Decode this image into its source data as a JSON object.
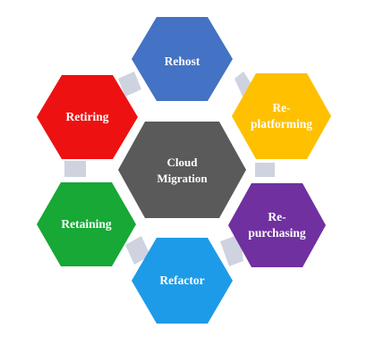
{
  "diagram": {
    "center": {
      "lines": [
        "Cloud",
        "Migration"
      ],
      "color": "#5a5a5a"
    },
    "connector_color": "#cfd3e0",
    "nodes": [
      {
        "id": "rehost",
        "lines": [
          "Rehost"
        ],
        "color": "#4472c4"
      },
      {
        "id": "re-platforming",
        "lines": [
          "Re-",
          "platforming"
        ],
        "color": "#ffc000"
      },
      {
        "id": "re-purchasing",
        "lines": [
          "Re-",
          "purchasing"
        ],
        "color": "#7030a0"
      },
      {
        "id": "refactor",
        "lines": [
          "Refactor"
        ],
        "color": "#1e9be8"
      },
      {
        "id": "retaining",
        "lines": [
          "Retaining"
        ],
        "color": "#17a836"
      },
      {
        "id": "retiring",
        "lines": [
          "Retiring"
        ],
        "color": "#ee1111"
      }
    ]
  }
}
